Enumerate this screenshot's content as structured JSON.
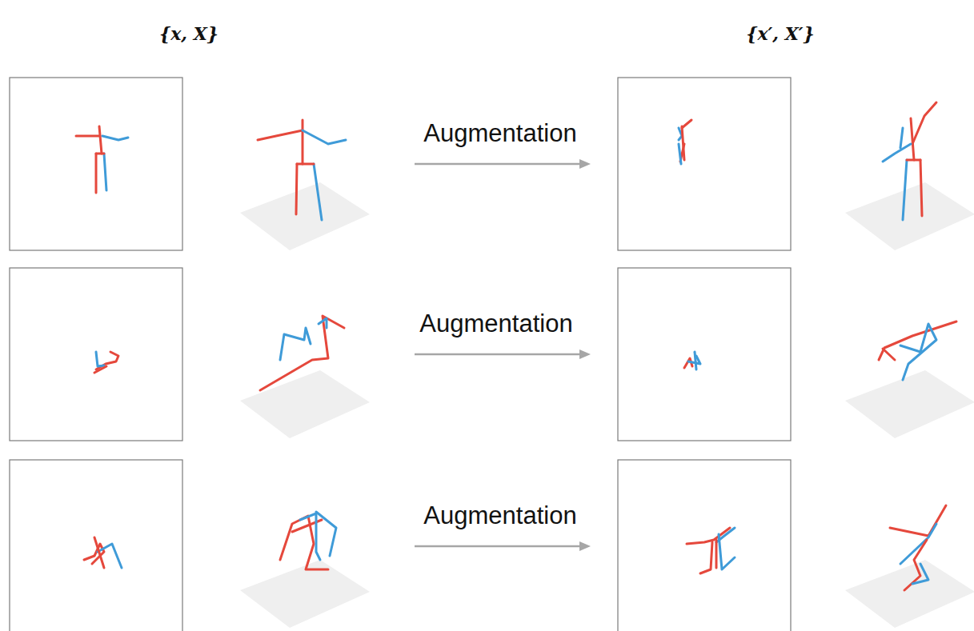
{
  "diagram": {
    "labels": [
      "{x, X}",
      "{x′, X′}",
      "Augmentation",
      "Augmentation",
      "Augmentation"
    ]
  }
}
